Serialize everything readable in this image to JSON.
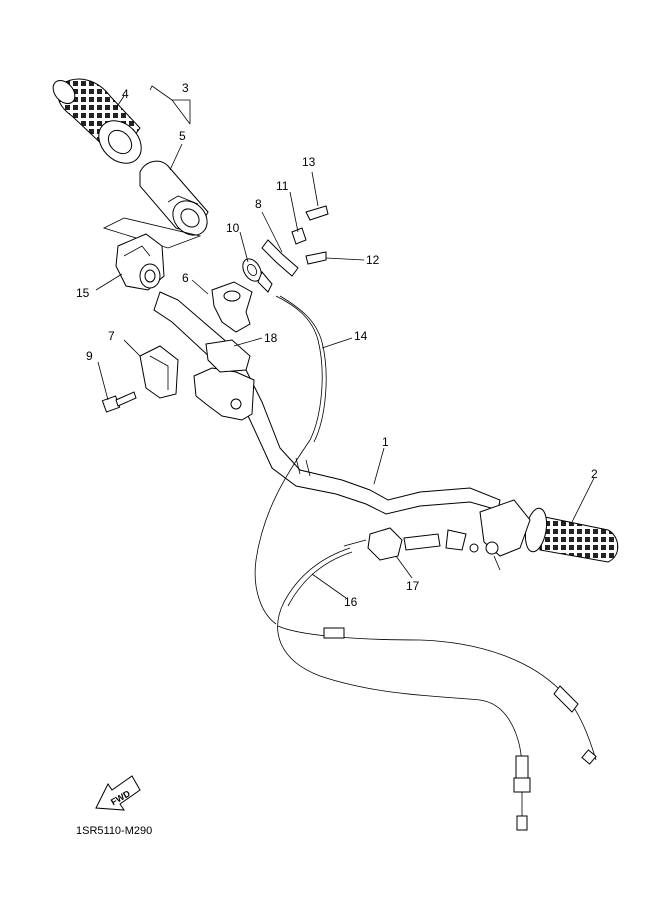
{
  "diagram_code": "1SR5110-M290",
  "fwd_label": "FWD",
  "callouts": {
    "c1": "1",
    "c2": "2",
    "c3": "3",
    "c4": "4",
    "c5": "5",
    "c6": "6",
    "c7": "7",
    "c8": "8",
    "c9": "9",
    "c10": "10",
    "c11": "11",
    "c12": "12",
    "c13": "13",
    "c14": "14",
    "c15": "15",
    "c16": "16",
    "c17": "17",
    "c18": "18"
  }
}
